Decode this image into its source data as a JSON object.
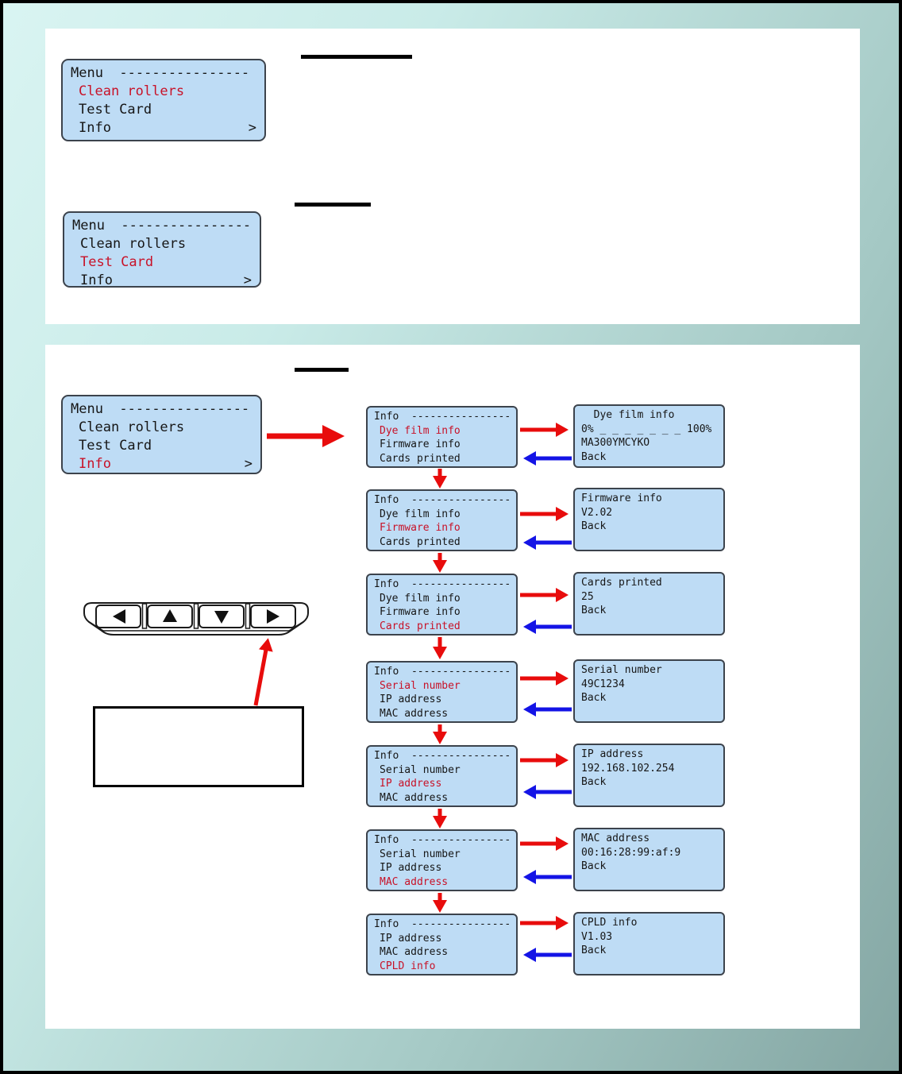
{
  "colors": {
    "page_gradient_start": "#d9f4f2",
    "page_gradient_end": "#84a6a3",
    "panel_background": "#ffffff",
    "screen_background": "#bedcf5",
    "screen_border": "#3c434c",
    "screen_text": "#161616",
    "highlight_text": "#c81228",
    "arrow_red": "#e80c0c",
    "arrow_blue": "#1414e6"
  },
  "menu": {
    "header": "Menu  ----------------",
    "items": [
      "Clean rollers",
      "Test Card",
      "Info"
    ],
    "chevron": ">"
  },
  "info_rows": [
    {
      "left": {
        "header": "Info  ----------------",
        "items": [
          "Dye film info",
          "Firmware info",
          "Cards printed"
        ]
      },
      "right": {
        "lines": [
          "  Dye film info",
          "0% _ _ _ _ _ _ _ 100%",
          "MA300YMCYKO",
          "Back"
        ]
      }
    },
    {
      "left": {
        "header": "Info  ----------------",
        "items": [
          "Dye film info",
          "Firmware info",
          "Cards printed"
        ]
      },
      "right": {
        "lines": [
          "Firmware info",
          "V2.02",
          "",
          "Back"
        ]
      }
    },
    {
      "left": {
        "header": "Info  ----------------",
        "items": [
          "Dye film info",
          "Firmware info",
          "Cards printed"
        ]
      },
      "right": {
        "lines": [
          "Cards printed",
          "25",
          "",
          "Back"
        ]
      }
    },
    {
      "left": {
        "header": "Info  ----------------",
        "items": [
          "Serial number",
          "IP address",
          "MAC address"
        ]
      },
      "right": {
        "lines": [
          "Serial number",
          "49C1234",
          "",
          "Back"
        ]
      }
    },
    {
      "left": {
        "header": "Info  ----------------",
        "items": [
          "Serial number",
          "IP address",
          "MAC address"
        ]
      },
      "right": {
        "lines": [
          "IP address",
          "192.168.102.254",
          "",
          "Back"
        ]
      }
    },
    {
      "left": {
        "header": "Info  ----------------",
        "items": [
          "Serial number",
          "IP address",
          "MAC address"
        ]
      },
      "right": {
        "lines": [
          "MAC address",
          "00:16:28:99:af:9",
          "",
          "Back"
        ]
      }
    },
    {
      "left": {
        "header": "Info  ----------------",
        "items": [
          "IP address",
          "MAC address",
          "CPLD info"
        ]
      },
      "right": {
        "lines": [
          "CPLD info",
          "V1.03",
          "",
          "Back"
        ]
      }
    }
  ],
  "keypad": {
    "keys": [
      "left",
      "up",
      "down",
      "right"
    ]
  }
}
